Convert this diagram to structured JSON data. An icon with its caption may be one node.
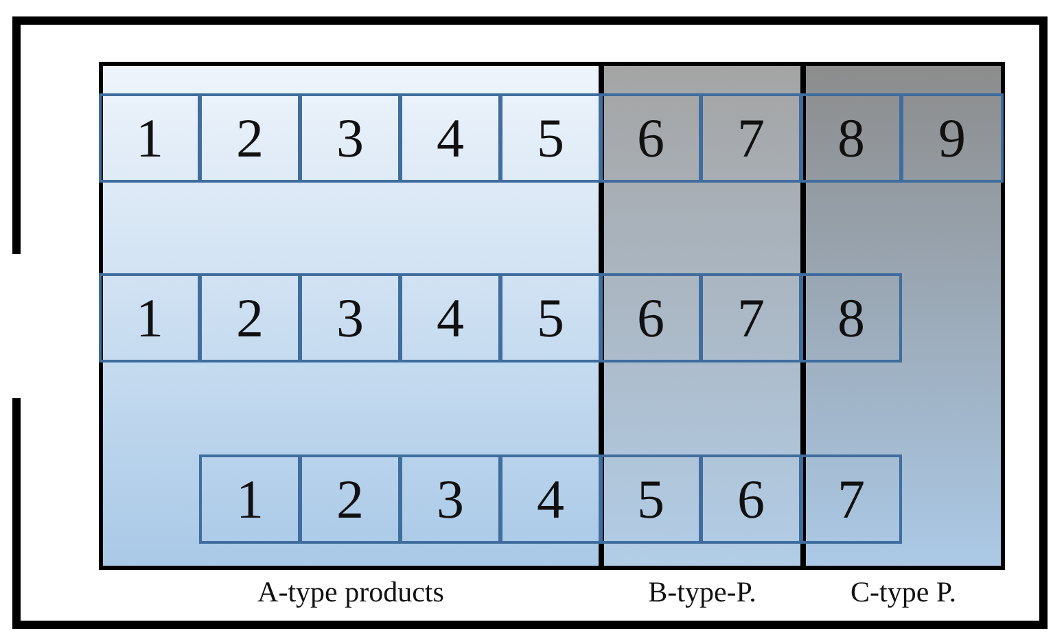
{
  "diagram": {
    "nodes": [
      {
        "text": [
          "A-type products"
        ]
      },
      {
        "text": [
          "B-type-P."
        ]
      },
      {
        "text": [
          "C-type P."
        ]
      },
      {
        "text": [
          "1"
        ],
        "in": 0
      },
      {
        "text": [
          "2"
        ],
        "in": 0
      },
      {
        "text": [
          "3"
        ],
        "in": 0
      },
      {
        "text": [
          "4"
        ],
        "in": 0
      },
      {
        "text": [
          "5"
        ],
        "in": 0
      },
      {
        "text": [
          "6"
        ],
        "in": 1
      },
      {
        "text": [
          "7"
        ],
        "in": 1
      },
      {
        "text": [
          "8"
        ],
        "in": 2
      },
      {
        "text": [
          "9"
        ],
        "in": 2
      },
      {
        "text": [
          "1"
        ],
        "in": 0
      },
      {
        "text": [
          "2"
        ],
        "in": 0
      },
      {
        "text": [
          "3"
        ],
        "in": 0
      },
      {
        "text": [
          "4"
        ],
        "in": 0
      },
      {
        "text": [
          "5"
        ],
        "in": 0
      },
      {
        "text": [
          "6"
        ],
        "in": 1
      },
      {
        "text": [
          "7"
        ],
        "in": 1
      },
      {
        "text": [
          "8"
        ],
        "in": 2
      },
      {
        "text": [
          "1"
        ],
        "in": 0
      },
      {
        "text": [
          "2"
        ],
        "in": 0
      },
      {
        "text": [
          "3"
        ],
        "in": 0
      },
      {
        "text": [
          "4"
        ],
        "in": 0
      },
      {
        "text": [
          "5"
        ],
        "in": 1
      },
      {
        "text": [
          "6"
        ],
        "in": 1
      },
      {
        "text": [
          "7"
        ],
        "in": 2
      }
    ]
  }
}
